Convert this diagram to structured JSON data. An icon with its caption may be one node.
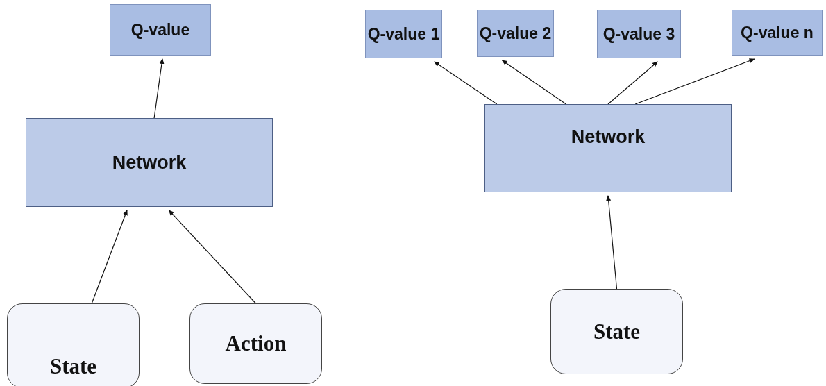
{
  "diagram": {
    "nodes": [
      {
        "text": [
          "Q-value"
        ]
      },
      {
        "text": [
          "Network"
        ]
      },
      {
        "text": [
          "State"
        ]
      },
      {
        "text": [
          "Action"
        ]
      },
      {
        "text": [
          "Q-value 1"
        ]
      },
      {
        "text": [
          "Q-value 2"
        ]
      },
      {
        "text": [
          "Q-value 3"
        ]
      },
      {
        "text": [
          "Q-value n"
        ]
      },
      {
        "text": [
          "Network"
        ]
      },
      {
        "text": [
          "State"
        ]
      }
    ],
    "edges": [
      {
        "from": 1,
        "to": 0,
        "arrow": "to"
      },
      {
        "from": 2,
        "to": 1,
        "arrow": "to"
      },
      {
        "from": 3,
        "to": 1,
        "arrow": "to"
      },
      {
        "from": 8,
        "to": 4,
        "arrow": "to"
      },
      {
        "from": 8,
        "to": 5,
        "arrow": "to"
      },
      {
        "from": 8,
        "to": 6,
        "arrow": "to"
      },
      {
        "from": 8,
        "to": 7,
        "arrow": "to"
      },
      {
        "from": 9,
        "to": 8,
        "arrow": "to"
      }
    ]
  }
}
